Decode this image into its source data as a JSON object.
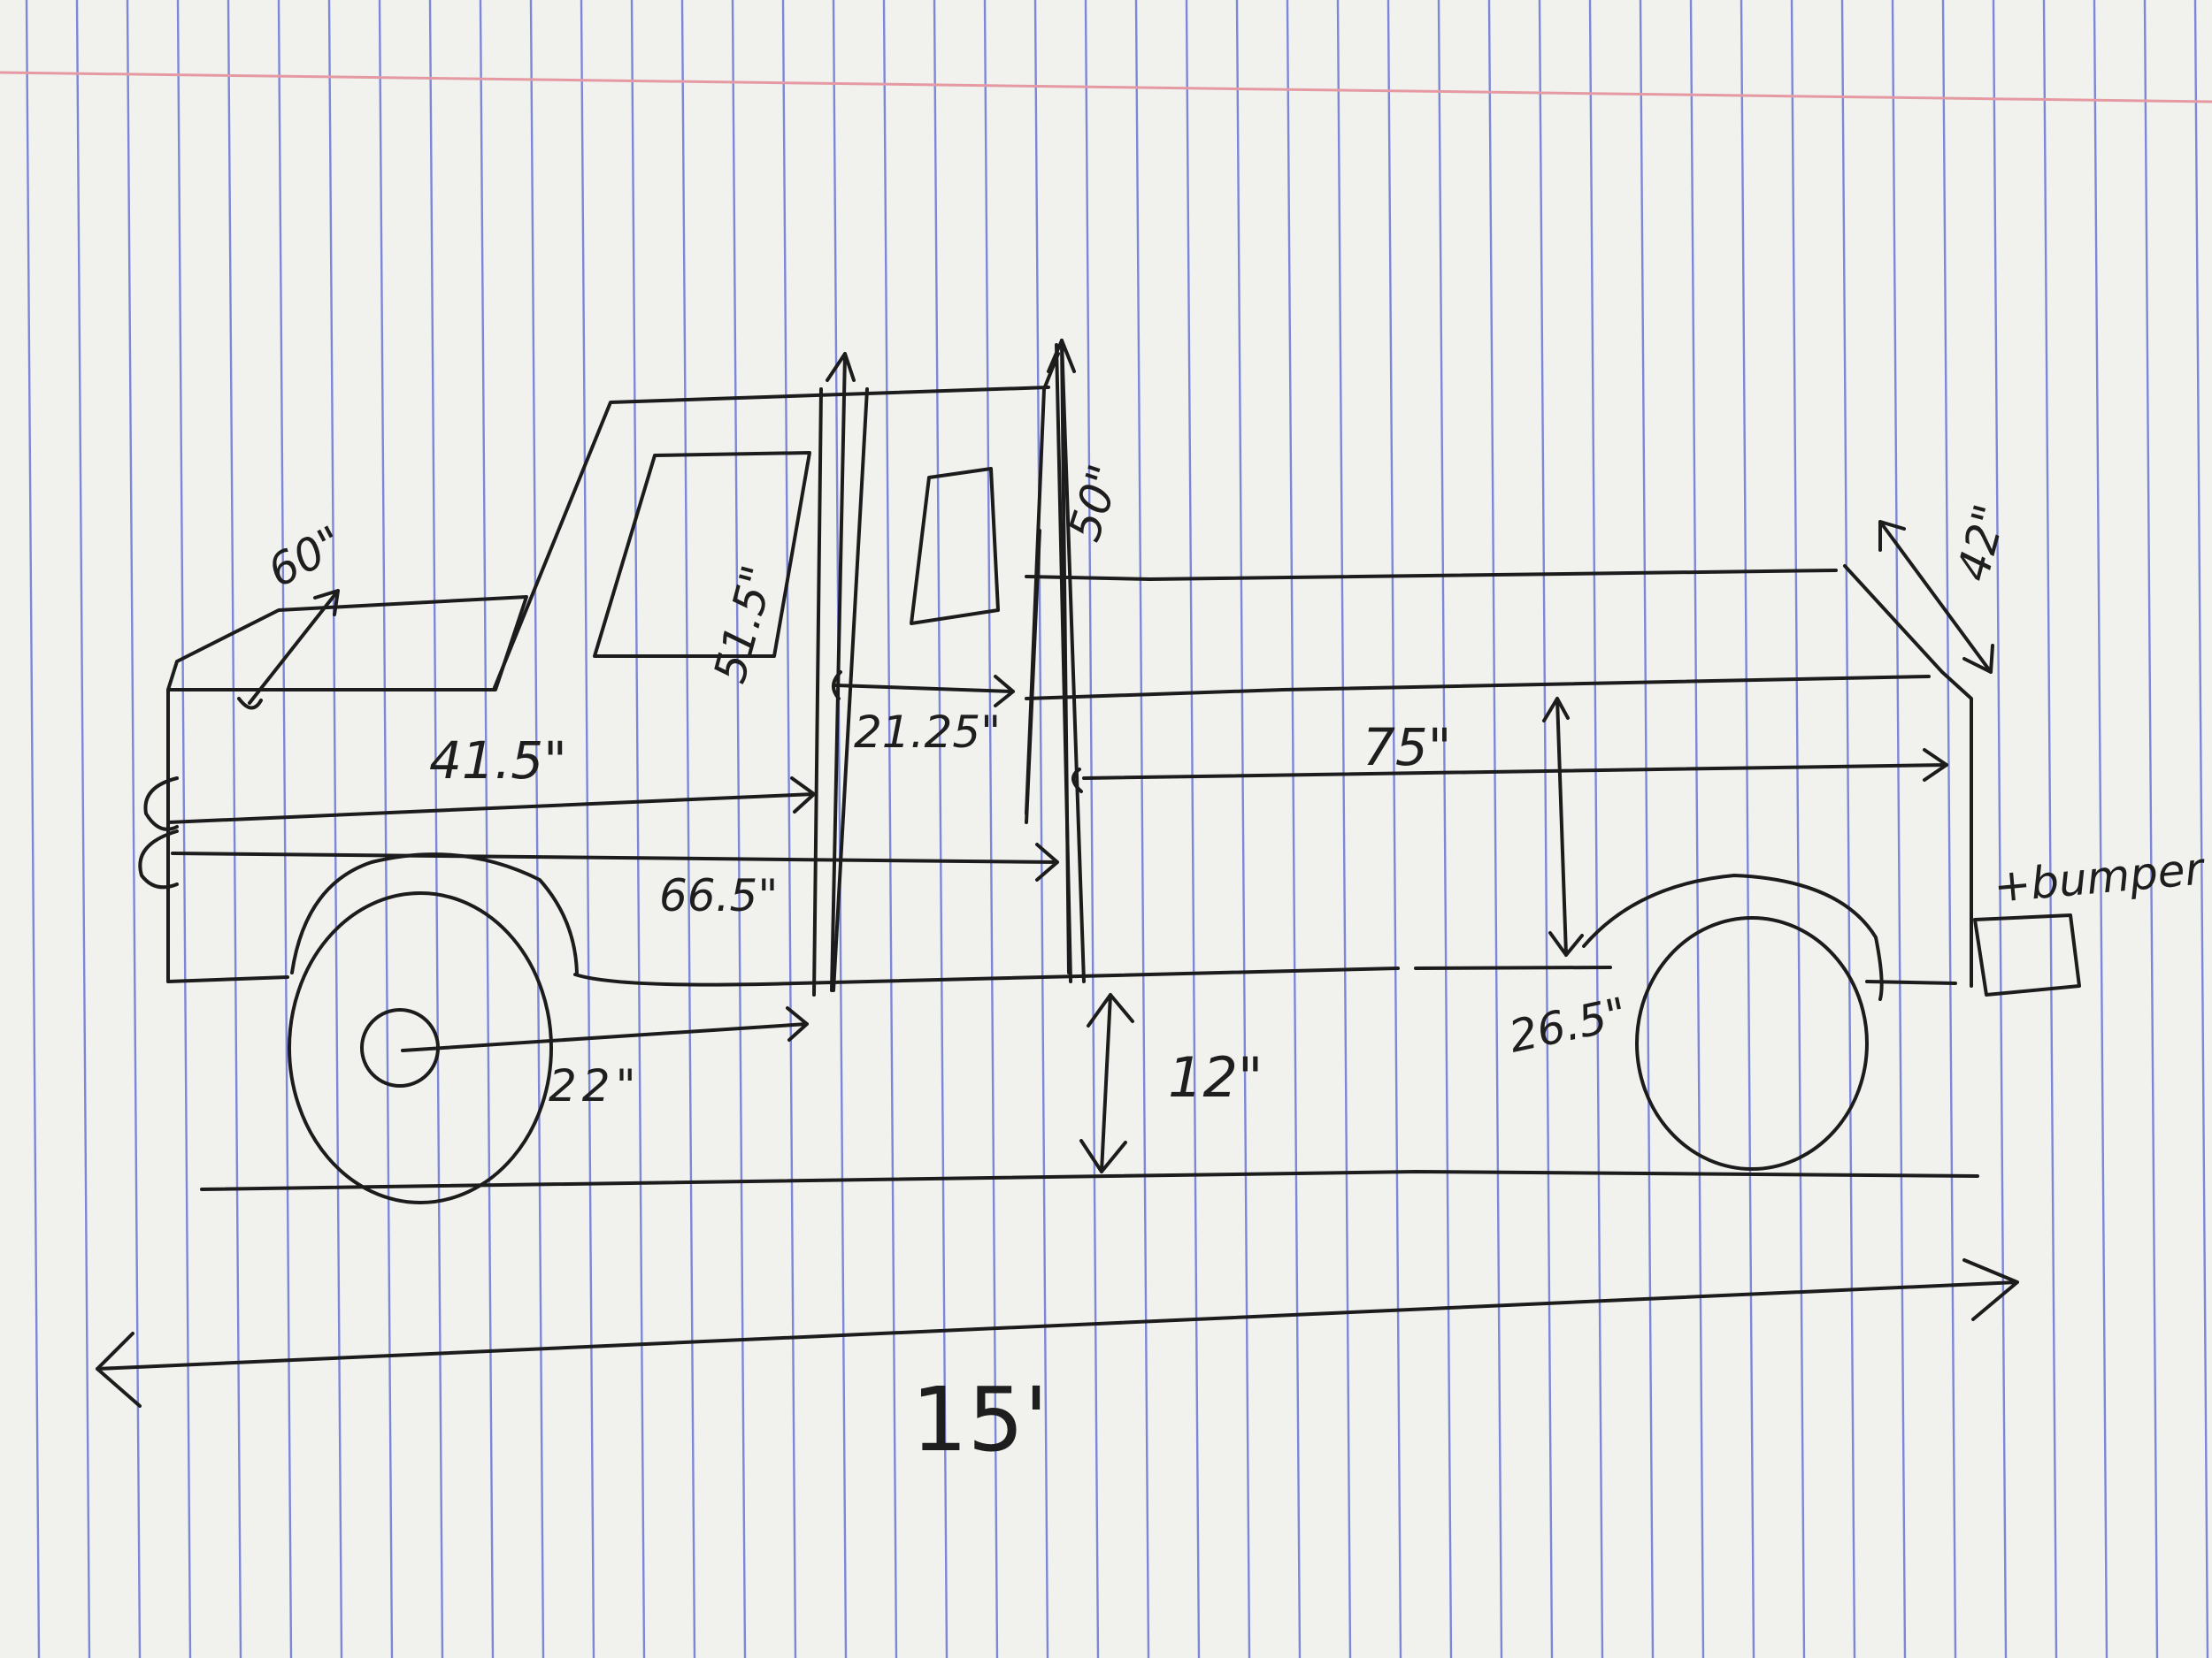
{
  "colors": {
    "paper": "#f6f6f3",
    "rule_line": "#7d87d8",
    "margin_line": "#e59aa3",
    "ink": "#1c1c1c"
  },
  "labels": {
    "hood_depth": "60\"",
    "front_to_cab": "41.5\"",
    "front_to_door_back": "66.5\"",
    "cab_height": "51.5\"",
    "door_width": "21.25\"",
    "bed_front_height": "50\"",
    "bed_length": "75\"",
    "tailgate": "42\"",
    "bed_height": "26.5\"",
    "axle_to_cab": "22\"",
    "ground_clearance": "12\"",
    "bumper_note": "+bumper",
    "overall_length": "15'"
  }
}
